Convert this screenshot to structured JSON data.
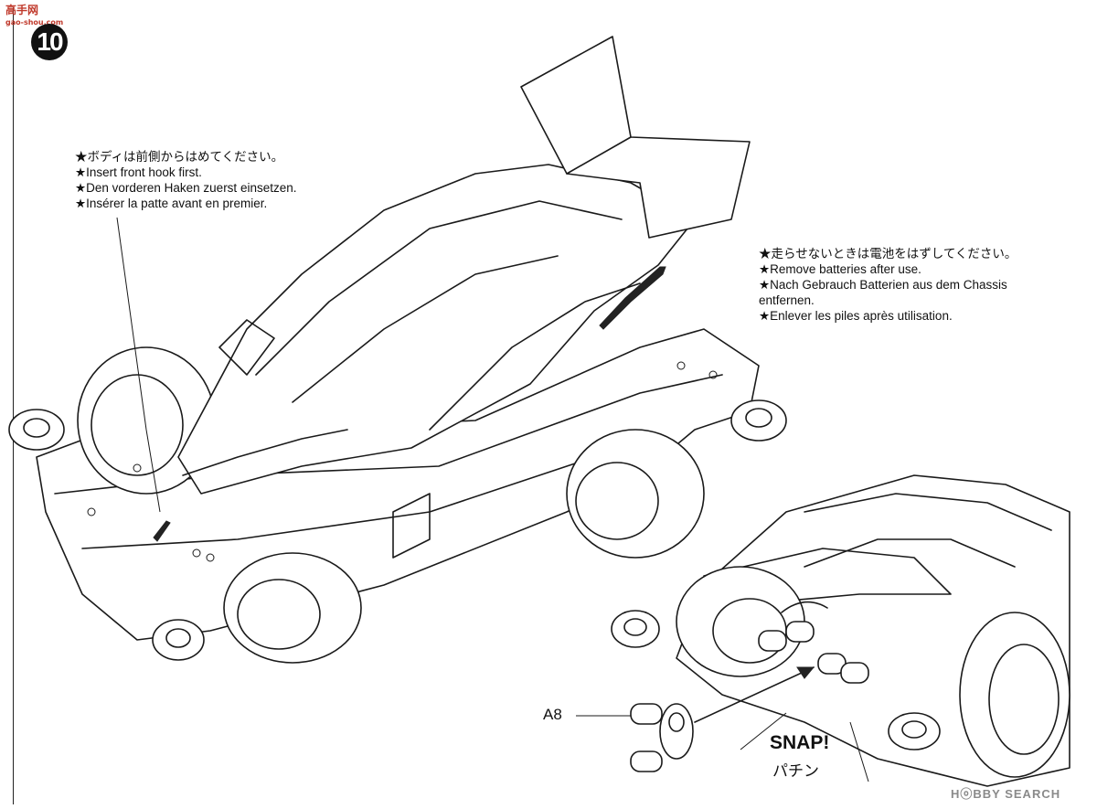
{
  "step": {
    "number": "10"
  },
  "watermark_top": {
    "brand": "高手网",
    "site": "gao-shou.com"
  },
  "note_front": {
    "jp": "★ボディは前側からはめてください。",
    "en": "★Insert front hook first.",
    "de": "★Den vorderen Haken zuerst einsetzen.",
    "fr": "★Insérer la patte avant en premier."
  },
  "note_batteries": {
    "jp": "★走らせないときは電池をはずしてください。",
    "en": "★Remove batteries after use.",
    "de": "★Nach Gebrauch Batterien aus dem Chassis entfernen.",
    "fr": "★Enlever les piles après utilisation."
  },
  "part_label": "A8",
  "snap": {
    "en": "SNAP!",
    "jp": "パチン"
  },
  "watermark_bottom": "HⓞBBY SEARCH",
  "icons": [
    "step-badge-icon",
    "car-illustration",
    "rear-detail-illustration",
    "pointer-arrow-icon"
  ]
}
